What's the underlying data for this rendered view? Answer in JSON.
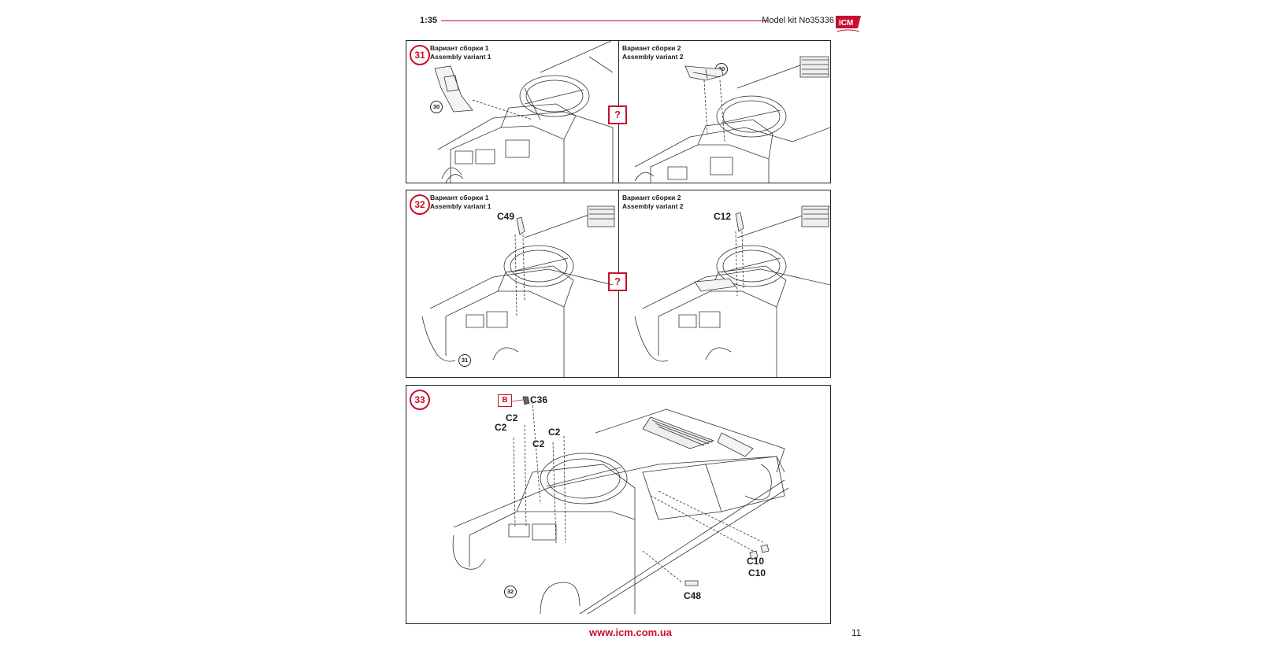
{
  "header": {
    "scale": "1:35",
    "model_kit": "Model kit No35336",
    "logo": "ICM"
  },
  "footer": {
    "url": "www.icm.com.ua",
    "page_number": "11"
  },
  "steps": [
    {
      "number": "31",
      "variant1": {
        "ru": "Вариант сборки 1",
        "en": "Assembly variant 1"
      },
      "variant2": {
        "ru": "Вариант сборки 2",
        "en": "Assembly variant 2"
      },
      "left_ref": "30",
      "right_ref": "30",
      "question_mark": "?"
    },
    {
      "number": "32",
      "variant1": {
        "ru": "Вариант сборки 1",
        "en": "Assembly variant 1"
      },
      "variant2": {
        "ru": "Вариант сборки 2",
        "en": "Assembly variant 2"
      },
      "left_part": "C49",
      "right_part": "C12",
      "left_ref": "31",
      "question_mark": "?"
    },
    {
      "number": "33",
      "sprue": "B",
      "parts": [
        "C36",
        "C2",
        "C2",
        "C2",
        "C2",
        "C10",
        "C10",
        "C48"
      ],
      "ref": "32"
    }
  ]
}
